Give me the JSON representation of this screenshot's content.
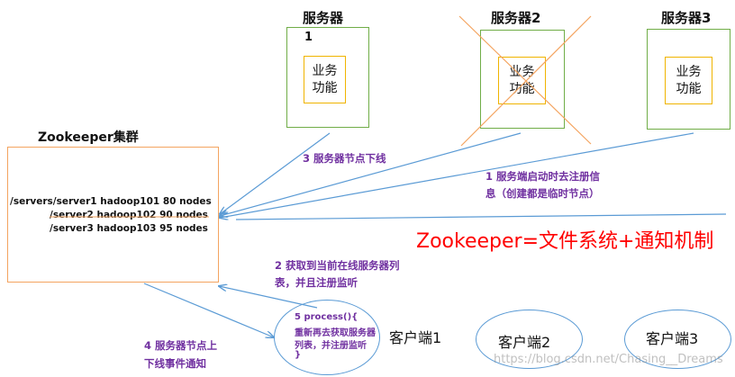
{
  "servers": [
    {
      "title": "服务器",
      "number": "1",
      "function": "业务\n功能"
    },
    {
      "title": "服务器2",
      "function": "业务\n功能"
    },
    {
      "title": "服务器3",
      "function": "业务\n功能"
    }
  ],
  "zookeeper": {
    "title": "Zookeeper集群",
    "entries": [
      "/servers/server1  hadoop101  80 nodes",
      "/server2 hadoop102  90 nodes",
      "/server3 hadoop103  95 nodes"
    ]
  },
  "annotations": {
    "step1_line1": "1  服务端启动时去注册信",
    "step1_line2": "息（创建都是临时节点）",
    "step2_line1": "2  获取到当前在线服务器列",
    "step2_line2": "表，并且注册监听",
    "step3": "3 服务器节点下线",
    "step4_line1": "4  服务器节点上",
    "step4_line2": "下线事件通知",
    "headline": "Zookeeper=文件系统+通知机制"
  },
  "process_note": {
    "line1": "5 process(){",
    "line2": "重新再去获取服务器",
    "line3": "列表，并注册监听",
    "line4": "}"
  },
  "clients": [
    {
      "label": "客户端1"
    },
    {
      "label": "客户端2"
    },
    {
      "label": "客户端3"
    }
  ],
  "watermark": "https://blog.csdn.net/Chasing__Dreams",
  "colors": {
    "server_border": "#70ad47",
    "function_border": "#f0b400",
    "zk_border": "#f4a460",
    "arrow": "#5b9bd5",
    "cross": "#f4a460",
    "annotation": "#7030a0",
    "headline": "#ff0000"
  }
}
